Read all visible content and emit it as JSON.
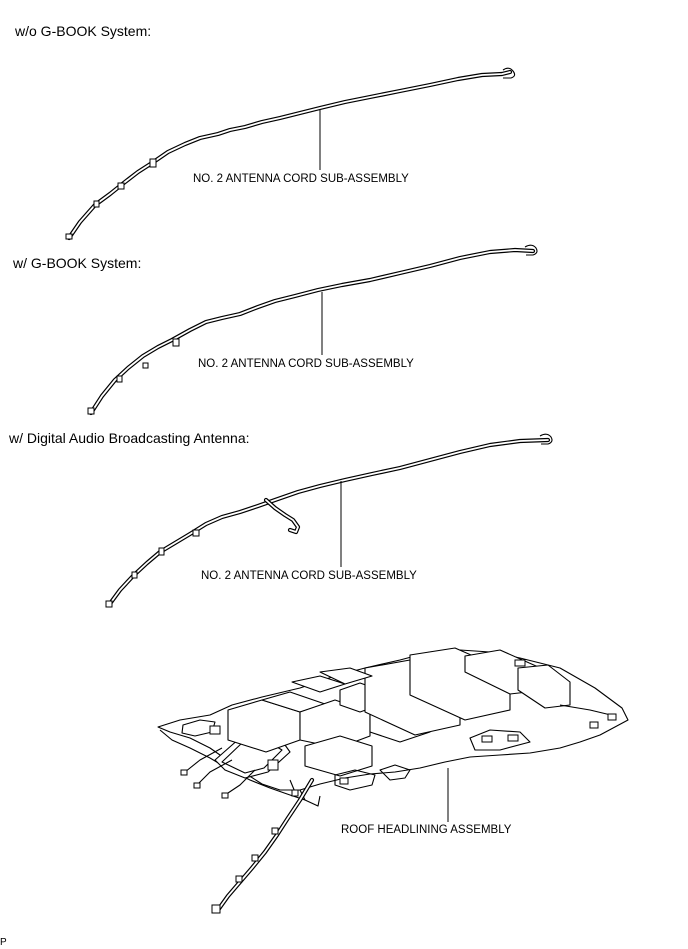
{
  "sections": [
    {
      "title": "w/o G-BOOK System:",
      "callout": "NO. 2 ANTENNA CORD SUB-ASSEMBLY"
    },
    {
      "title": "w/ G-BOOK System:",
      "callout": "NO. 2 ANTENNA CORD SUB-ASSEMBLY"
    },
    {
      "title": "w/ Digital Audio Broadcasting Antenna:",
      "callout": "NO. 2 ANTENNA CORD SUB-ASSEMBLY"
    }
  ],
  "headlining": {
    "callout": "ROOF HEADLINING ASSEMBLY"
  },
  "corner_mark": "P"
}
